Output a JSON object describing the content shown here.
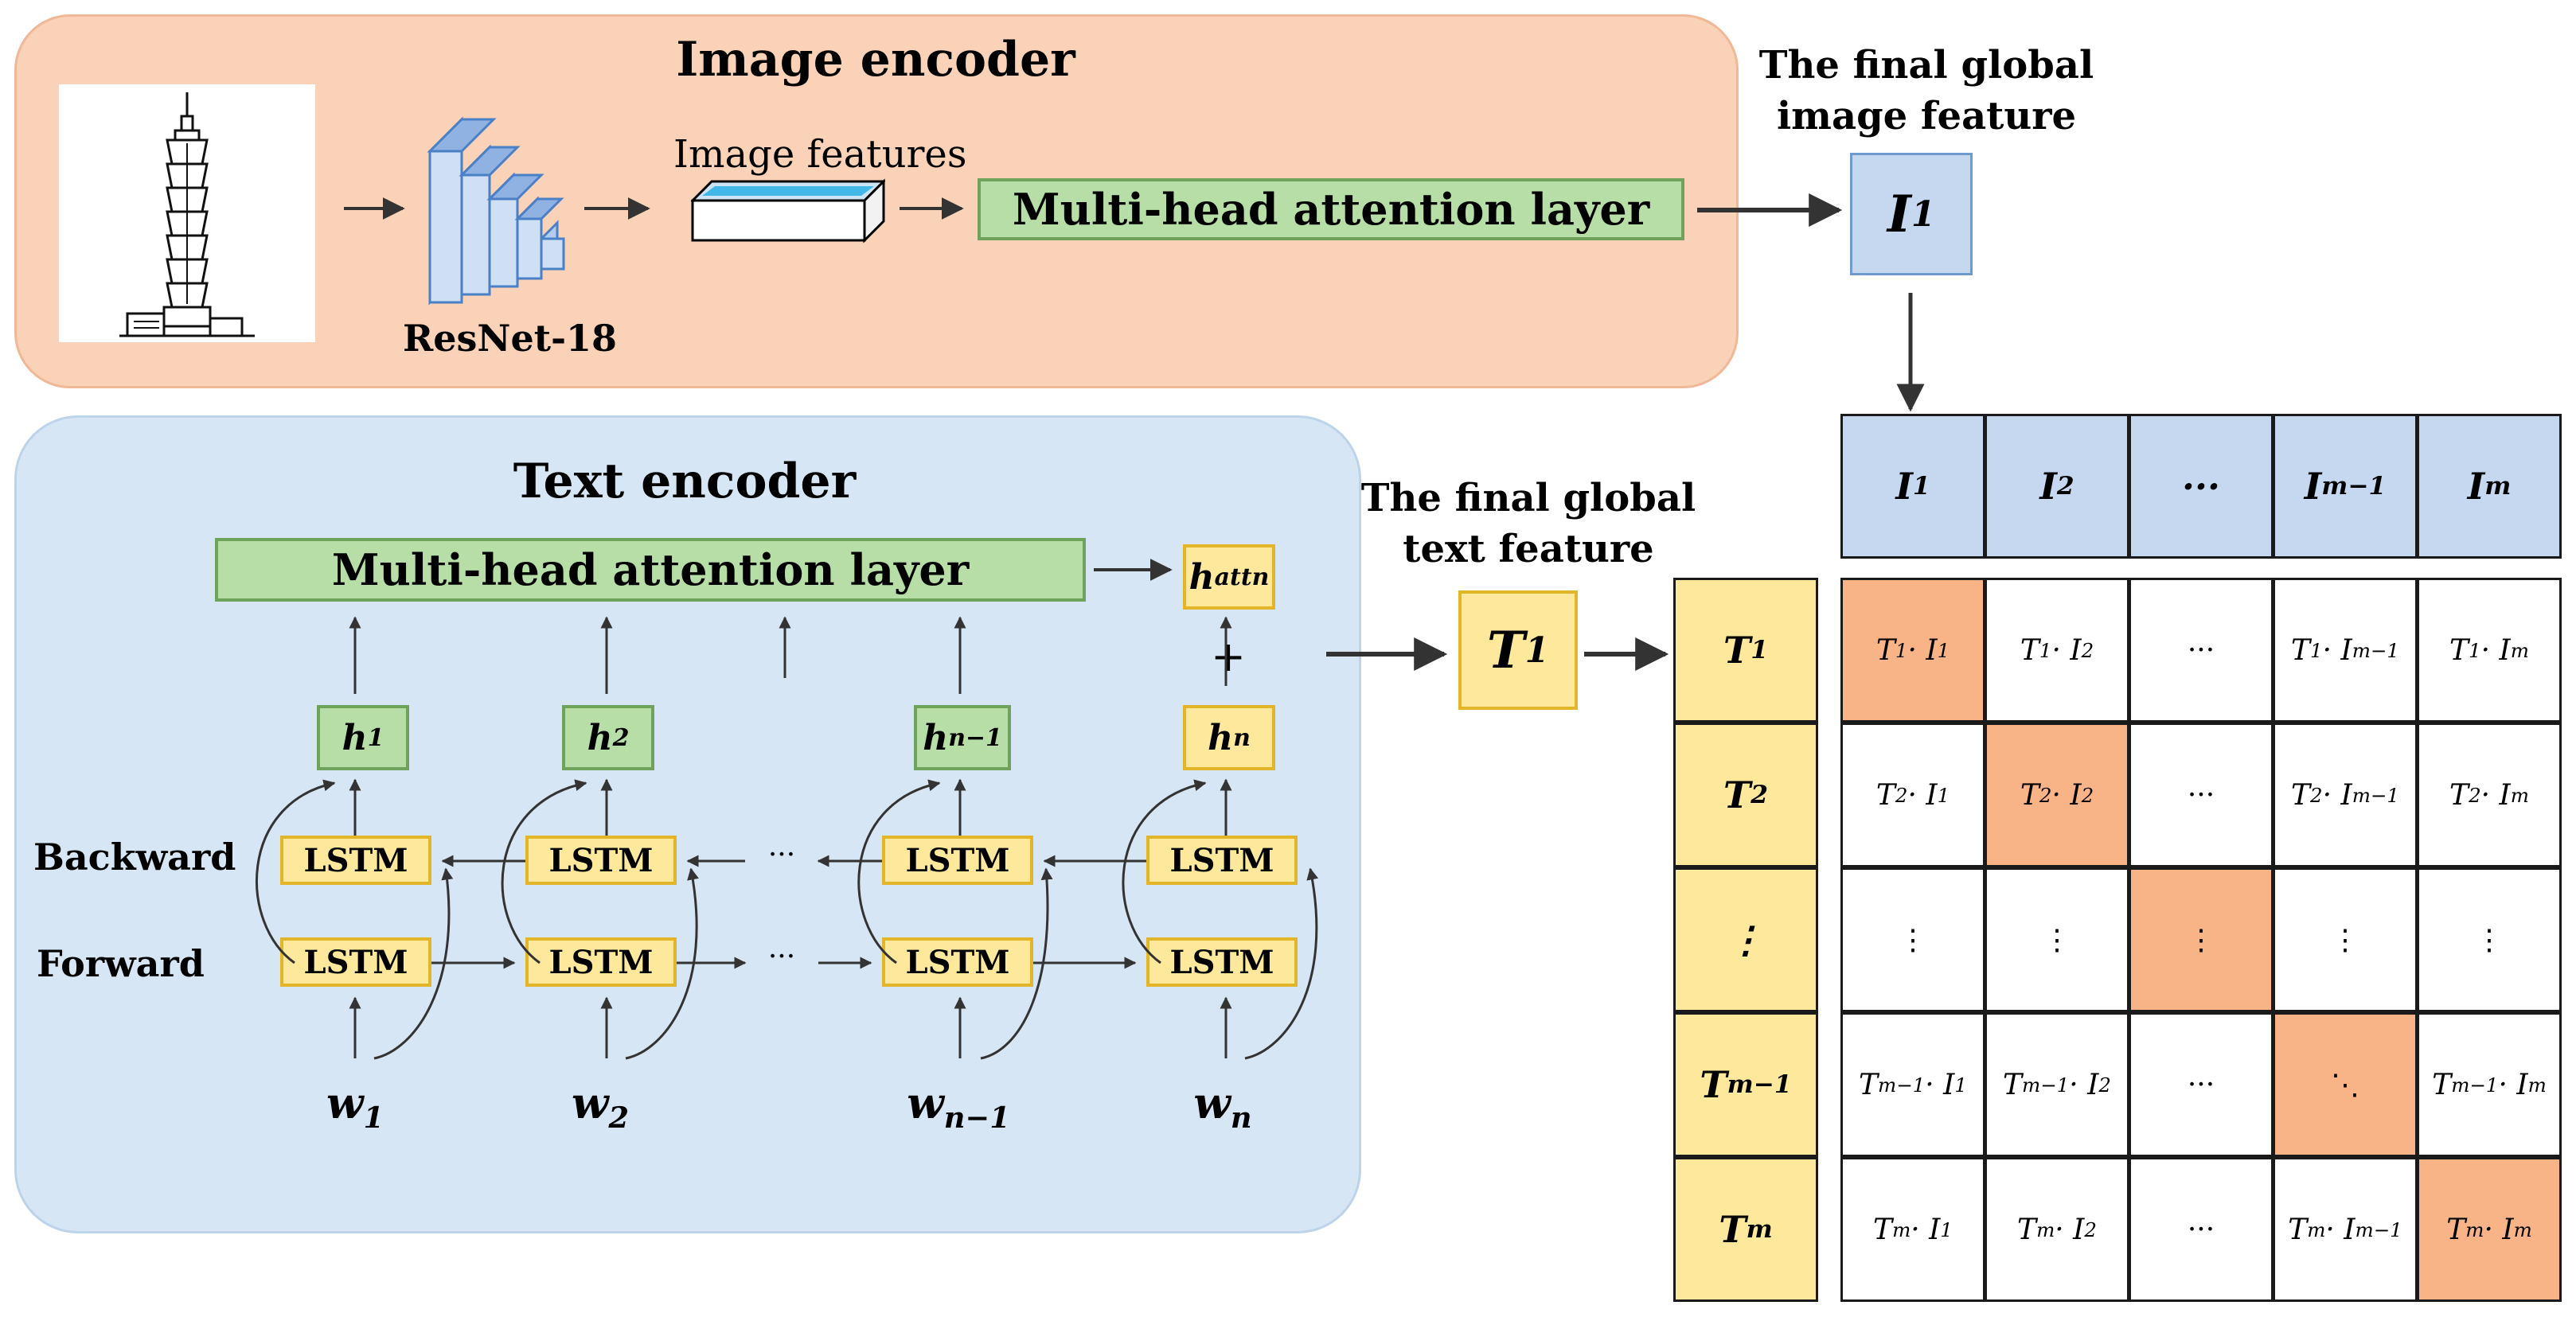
{
  "image_encoder": {
    "title": "Image encoder",
    "backbone_label": "ResNet-18",
    "features_label": "Image features",
    "attention_label": "Multi-head attention layer",
    "output_caption_line1": "The final global",
    "output_caption_line2": "image feature",
    "output_symbol": "I",
    "output_sub": "1"
  },
  "text_encoder": {
    "title": "Text encoder",
    "attention_label": "Multi-head attention layer",
    "attn_output": {
      "symbol": "h",
      "sub": "attn"
    },
    "plus": "+",
    "backward_label": "Backward",
    "forward_label": "Forward",
    "lstm_label": "LSTM",
    "ellipsis": "···",
    "hidden": [
      {
        "symbol": "h",
        "sub": "1"
      },
      {
        "symbol": "h",
        "sub": "2"
      },
      {
        "symbol": "h",
        "sub": "n−1"
      },
      {
        "symbol": "h",
        "sub": "n"
      }
    ],
    "words": [
      {
        "symbol": "w",
        "sub": "1"
      },
      {
        "symbol": "w",
        "sub": "2"
      },
      {
        "symbol": "w",
        "sub": "n−1"
      },
      {
        "symbol": "w",
        "sub": "n"
      }
    ],
    "output_caption_line1": "The final global",
    "output_caption_line2": "text feature",
    "output_symbol": "T",
    "output_sub": "1"
  },
  "matrix": {
    "column_headers": [
      {
        "symbol": "I",
        "sub": "1"
      },
      {
        "symbol": "I",
        "sub": "2"
      },
      {
        "symbol": "",
        "sub": "",
        "text": "···"
      },
      {
        "symbol": "I",
        "sub": "m−1"
      },
      {
        "symbol": "I",
        "sub": "m"
      }
    ],
    "row_headers": [
      {
        "symbol": "T",
        "sub": "1"
      },
      {
        "symbol": "T",
        "sub": "2"
      },
      {
        "symbol": "",
        "sub": "",
        "text": "⋮"
      },
      {
        "symbol": "T",
        "sub": "m−1"
      },
      {
        "symbol": "T",
        "sub": "m"
      }
    ],
    "rows": [
      [
        "T1·I1",
        "T1·I2",
        "···",
        "T1·Im−1",
        "T1·Im"
      ],
      [
        "T2·I1",
        "T2·I2",
        "···",
        "T2·Im−1",
        "T2·Im"
      ],
      [
        "⋮",
        "⋮",
        "⋮",
        "⋮",
        "⋮"
      ],
      [
        "Tm−1·I1",
        "Tm−1·I2",
        "···",
        "⋱",
        "Tm−1·Im"
      ],
      [
        "Tm·I1",
        "Tm·I2",
        "···",
        "Tm·Im−1",
        "Tm·Im"
      ]
    ],
    "highlight_color": "#f8b386"
  },
  "colors": {
    "image_panel": "#fad2b8",
    "text_panel": "#d6e6f4",
    "attention_green": "#b6dea6",
    "lstm_yellow": "#fde89b",
    "image_feature_blue": "#c5d8ef"
  }
}
